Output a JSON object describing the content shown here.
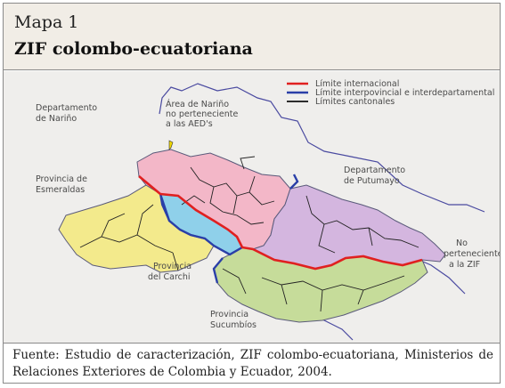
{
  "header": {
    "title_line1": "Mapa 1",
    "title_line2": "ZIF colombo-ecuatoriana"
  },
  "legend": {
    "items": [
      {
        "label": "Límite internacional",
        "color": "#e02020"
      },
      {
        "label": "Límite interpovincial e interdepartamental",
        "color": "#2a3fa8"
      },
      {
        "label": "Límites cantonales",
        "color": "#111111"
      }
    ]
  },
  "map_labels": {
    "narino": [
      "Departamento",
      "de Nariño"
    ],
    "area_narino": [
      "Área de Nariño",
      "no perteneciente",
      "a las AED's"
    ],
    "esmeraldas": [
      "Provincia de",
      "Esmeraldas"
    ],
    "putumayo": [
      "Departamento",
      "de Putumayo"
    ],
    "carchi": [
      "Provincia",
      "del Carchi"
    ],
    "sucumbios": [
      "Provincia",
      "Sucumbíos"
    ],
    "no_zif": [
      "No",
      "perteneciente",
      "a la ZIF"
    ]
  },
  "region_colors": {
    "yellow": "#f3ea8c",
    "pink": "#f3b7c8",
    "purple": "#d4b6df",
    "green": "#c6dc9a",
    "cyan": "#8fd0ea"
  },
  "caption": "Fuente: Estudio de caracterización, ZIF colombo-ecuatoriana, Ministerios de Relaciones Exteriores de Colombia y Ecuador, 2004."
}
